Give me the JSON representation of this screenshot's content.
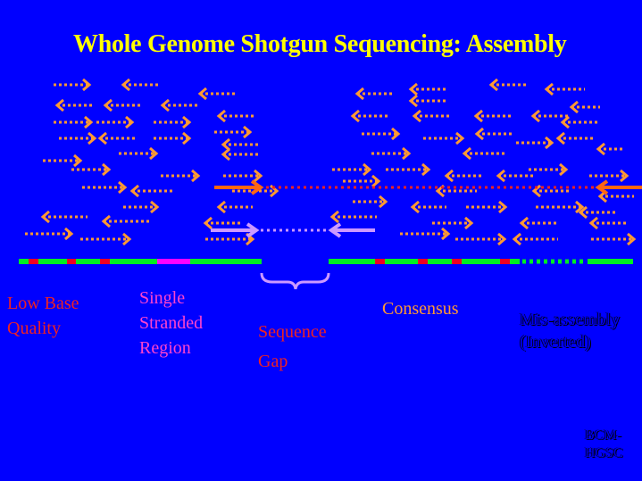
{
  "title": "Whole Genome Shotgun Sequencing: Assembly",
  "labels": {
    "low_base_quality": [
      "Low Base",
      "Quality"
    ],
    "single_stranded": [
      "Single",
      "Stranded",
      "Region"
    ],
    "sequence_gap": [
      "Sequence",
      "Gap"
    ],
    "consensus": "Consensus",
    "mis_assembly": [
      "Mis-assembly",
      "(Inverted)"
    ],
    "credit": [
      "BCM-",
      "HGSC"
    ]
  },
  "colors": {
    "background": "#0000ff",
    "title": "#ffff00",
    "read": "#ff9933",
    "consensus": "#00ee22",
    "low_quality": "#ee0022",
    "single_stranded": "#ff00ff",
    "gap_link": "#cc99ff",
    "misassembly_link": "#ff6611"
  }
}
